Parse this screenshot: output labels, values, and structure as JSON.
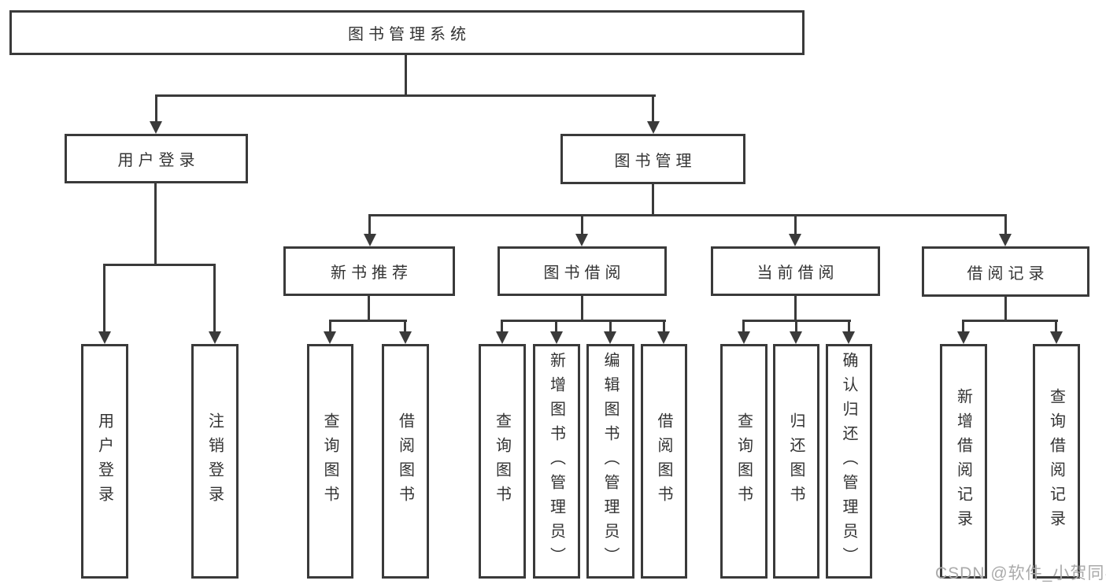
{
  "nodes": {
    "root": {
      "label": "图书管理系统"
    },
    "user_login": {
      "label": "用户登录"
    },
    "book_mgmt": {
      "label": "图书管理"
    },
    "new_book_rec": {
      "label": "新书推荐"
    },
    "book_borrow": {
      "label": "图书借阅"
    },
    "current_borrow": {
      "label": "当前借阅"
    },
    "borrow_record": {
      "label": "借阅记录"
    },
    "leaf_user_login": {
      "label": "用户登录"
    },
    "leaf_logout": {
      "label": "注销登录"
    },
    "leaf_query_book_1": {
      "label": "查询图书"
    },
    "leaf_borrow_book_1": {
      "label": "借阅图书"
    },
    "leaf_query_book_2": {
      "label": "查询图书"
    },
    "leaf_add_book": {
      "label": "新增图书（管理员）"
    },
    "leaf_edit_book": {
      "label": "编辑图书（管理员）"
    },
    "leaf_borrow_book_2": {
      "label": "借阅图书"
    },
    "leaf_query_book_3": {
      "label": "查询图书"
    },
    "leaf_return_book": {
      "label": "归还图书"
    },
    "leaf_confirm_return": {
      "label": "确认归还（管理员）"
    },
    "leaf_add_record": {
      "label": "新增借阅记录"
    },
    "leaf_query_record": {
      "label": "查询借阅记录"
    }
  },
  "watermark": "CSDN @软件_小贺同学",
  "colors": {
    "line": "#3a3a3a",
    "text": "#333333",
    "background": "#ffffff",
    "watermark": "#aaaaaa"
  }
}
